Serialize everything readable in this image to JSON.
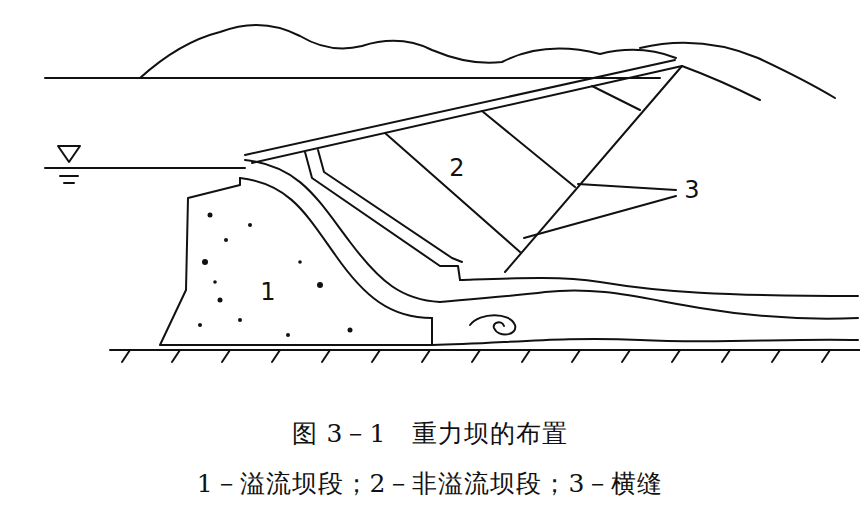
{
  "diagram": {
    "caption": "图 3－1　重力坝的布置",
    "labels": [
      "1",
      "2",
      "3",
      "1－溢流坝段；2－非溢流坝段；3－横缝"
    ]
  }
}
